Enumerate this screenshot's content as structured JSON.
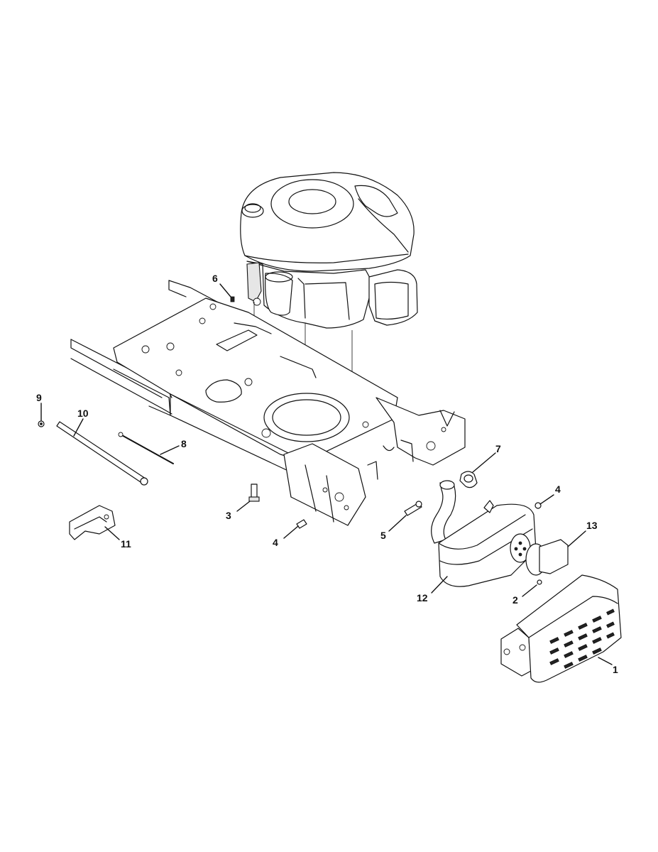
{
  "callouts": [
    {
      "id": "c1",
      "text": "1"
    },
    {
      "id": "c2",
      "text": "2"
    },
    {
      "id": "c3",
      "text": "3"
    },
    {
      "id": "c4a",
      "text": "4"
    },
    {
      "id": "c4b",
      "text": "4"
    },
    {
      "id": "c5",
      "text": "5"
    },
    {
      "id": "c6",
      "text": "6"
    },
    {
      "id": "c7",
      "text": "7"
    },
    {
      "id": "c8",
      "text": "8"
    },
    {
      "id": "c9",
      "text": "9"
    },
    {
      "id": "c10",
      "text": "10"
    },
    {
      "id": "c11",
      "text": "11"
    },
    {
      "id": "c12",
      "text": "12"
    },
    {
      "id": "c13",
      "text": "13"
    }
  ]
}
